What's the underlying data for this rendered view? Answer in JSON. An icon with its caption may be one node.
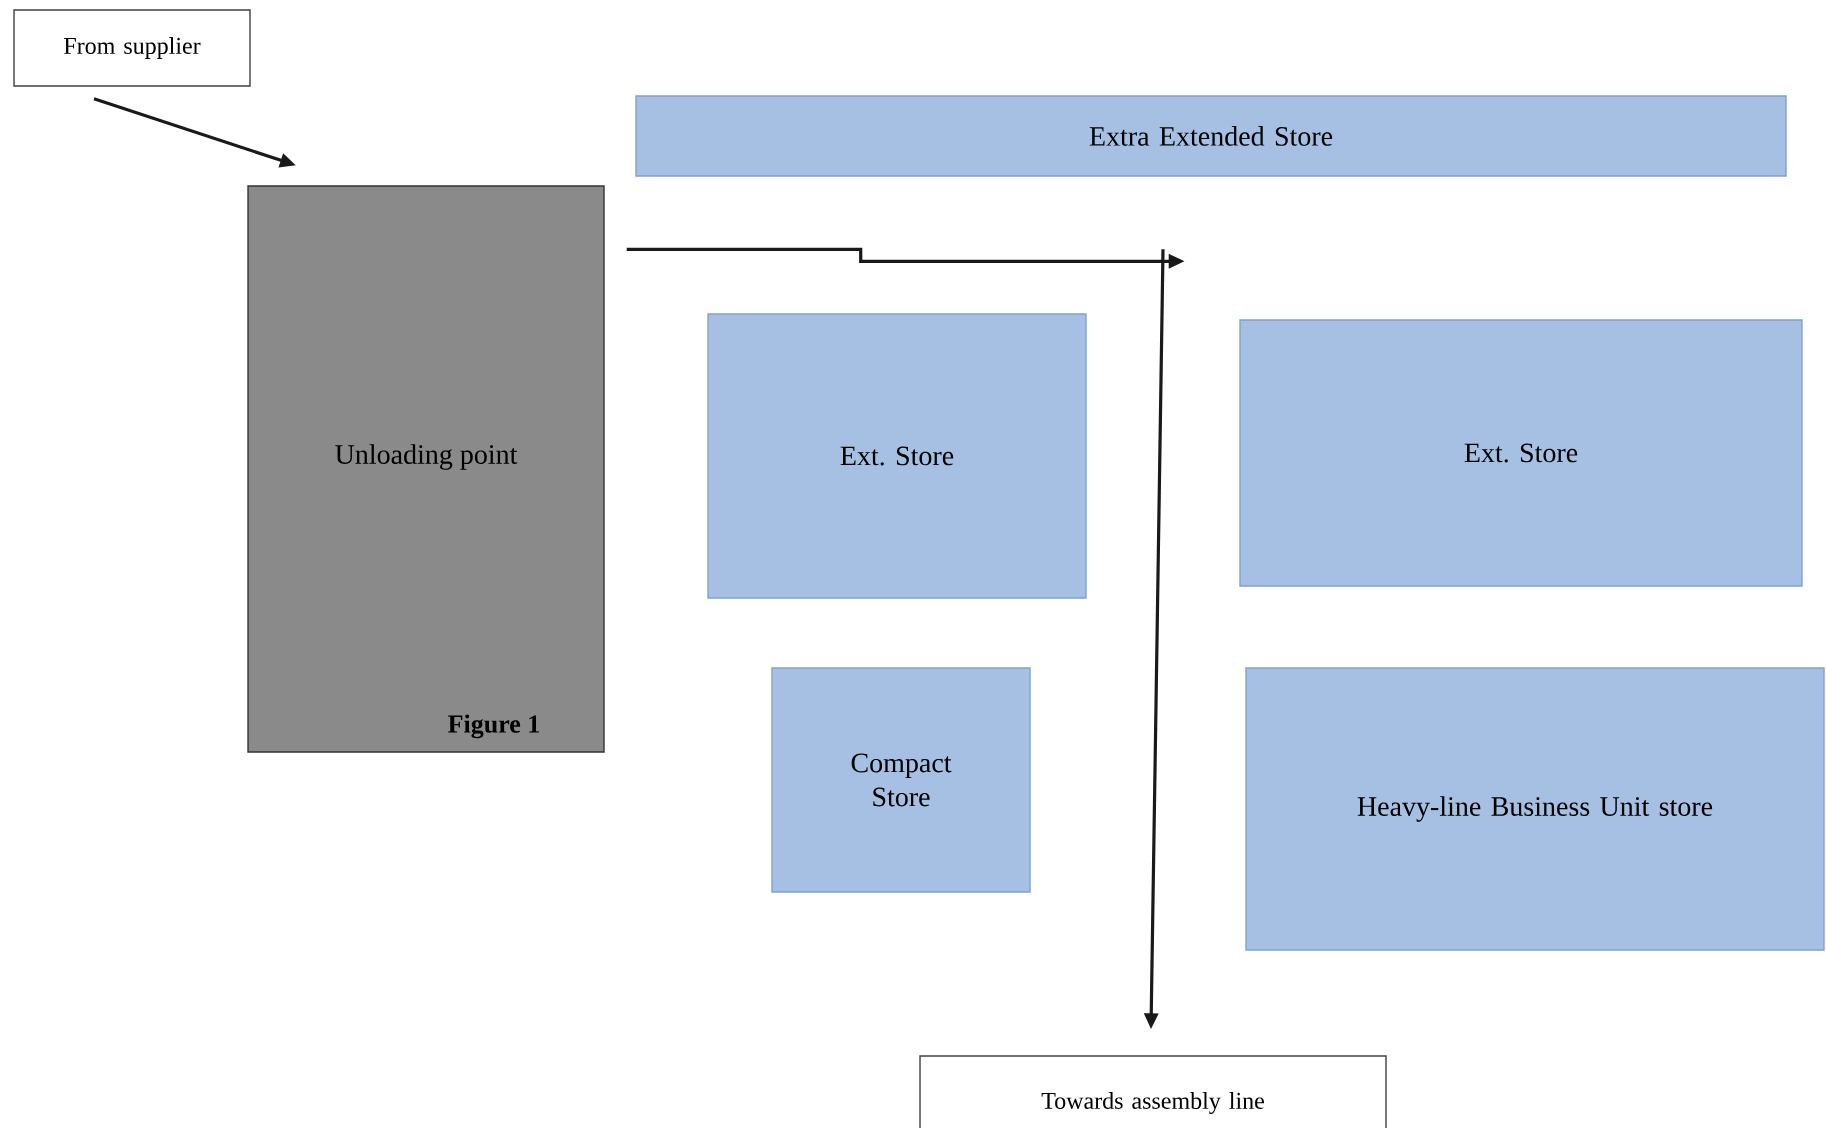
{
  "diagram": {
    "nodes": [
      {
        "text": [
          "From supplier"
        ]
      },
      {
        "text": [
          "Extra Extended Store"
        ]
      },
      {
        "text": [
          "Unloading point",
          "Figure 1"
        ]
      },
      {
        "text": [
          "Ext. Store"
        ]
      },
      {
        "text": [
          "Ext. Store"
        ]
      },
      {
        "text": [
          "Compact Store"
        ]
      },
      {
        "text": [
          "Heavy-line Business Unit store"
        ]
      },
      {
        "text": [
          "Towards assembly line"
        ]
      }
    ],
    "edges": [
      {
        "from": 0,
        "to": 2,
        "arrow": "to"
      },
      {
        "from": 2,
        "to": null,
        "arrow": "to"
      },
      {
        "from": null,
        "to": 7,
        "arrow": "to"
      }
    ]
  }
}
